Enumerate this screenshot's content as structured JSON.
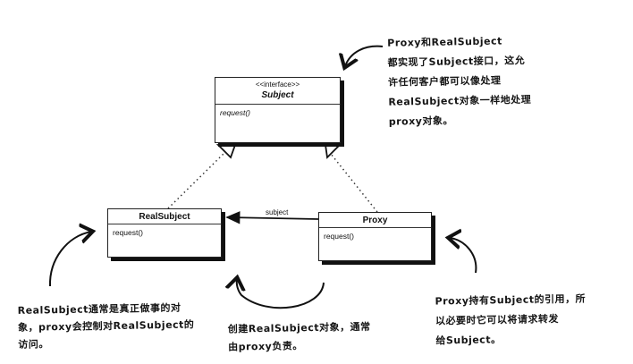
{
  "diagram": {
    "subject": {
      "stereotype": "<<interface>>",
      "name": "Subject",
      "method": "request()"
    },
    "real_subject": {
      "name": "RealSubject",
      "method": "request()"
    },
    "proxy": {
      "name": "Proxy",
      "method": "request()"
    },
    "association_label": "subject"
  },
  "notes": {
    "top": [
      "Proxy和RealSubject",
      "都实现了Subject接口，这允",
      "许任何客户都可以像处理",
      "RealSubject对象一样地处理",
      "proxy对象。"
    ],
    "left": [
      "RealSubject通常是真正做事的对",
      "象，proxy会控制对RealSubject的",
      "访问。"
    ],
    "middle": [
      "创建RealSubject对象，通常",
      "由proxy负责。"
    ],
    "right": [
      "Proxy持有Subject的引用，所",
      "以必要时它可以将请求转发",
      "给Subject。"
    ]
  }
}
